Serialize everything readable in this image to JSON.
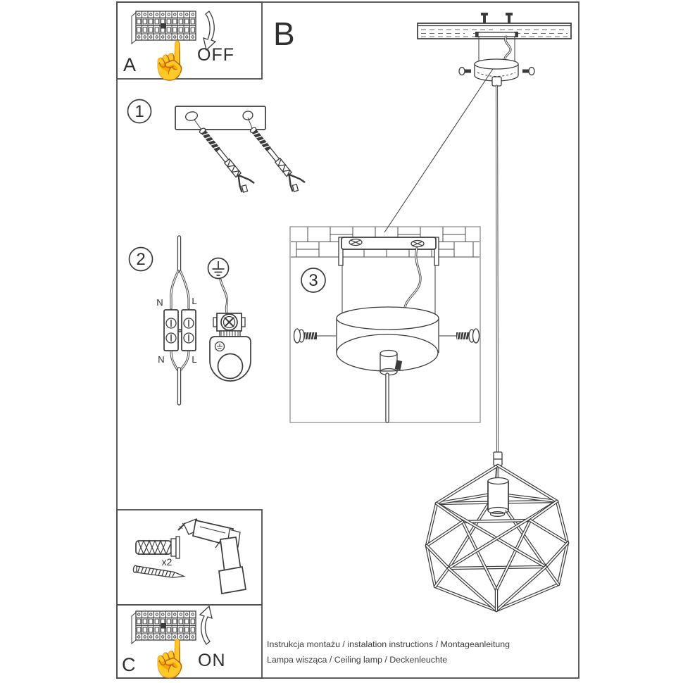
{
  "panel_a": {
    "label": "A",
    "action": "OFF"
  },
  "panel_b": {
    "label": "B"
  },
  "panel_c": {
    "label": "C",
    "action": "ON"
  },
  "steps": {
    "s1": "1",
    "s2": "2",
    "s3": "3"
  },
  "wiring": {
    "n_top": "N",
    "l_top": "L",
    "n_bottom": "N",
    "l_bottom": "L"
  },
  "tools": {
    "anchor_count": "x2"
  },
  "icons": {
    "hand": "☝"
  },
  "footer": {
    "line1": "Instrukcja montażu / instalation instructions / Montageanleitung",
    "line2": "Lampa wisząca / Ceiling lamp  / Deckenleuchte"
  },
  "colors": {
    "ink": "#3b3b3b",
    "border": "#4d4d4d",
    "background": "#ffffff"
  }
}
